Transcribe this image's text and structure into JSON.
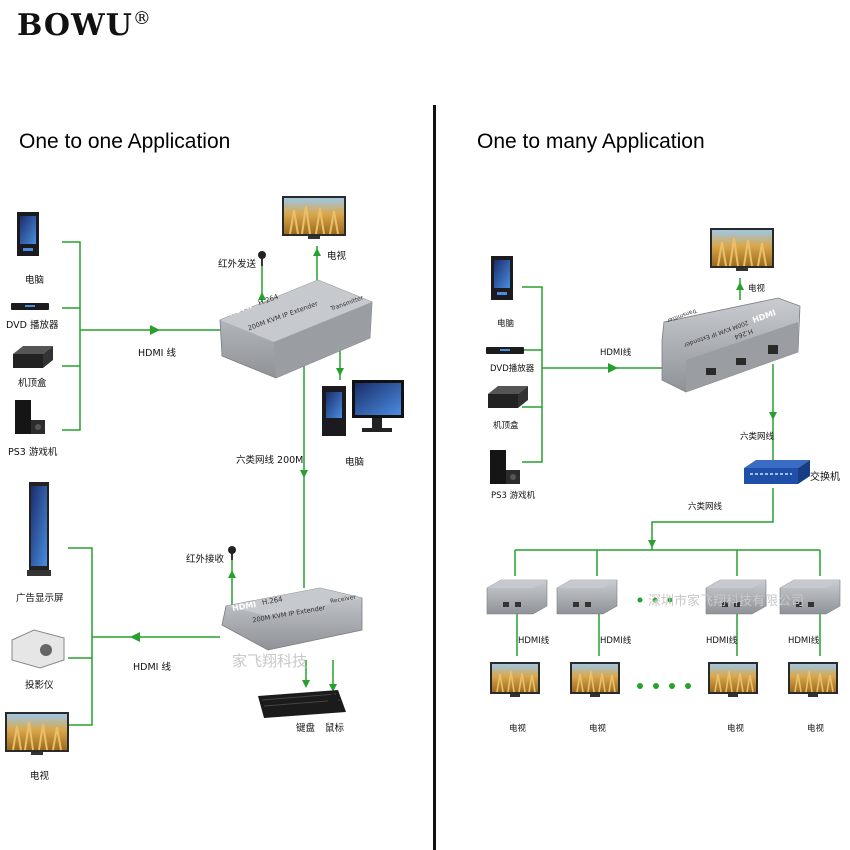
{
  "brand": {
    "name": "BOWU",
    "mark": "®"
  },
  "left": {
    "title": "One to one Application",
    "labels": {
      "pc1": "电脑",
      "dvd": "DVD 播放器",
      "stb": "机顶盒",
      "ps3": "PS3 游戏机",
      "hdmi_in": "HDMI 线",
      "ir_tx": "红外发送",
      "tv": "电视",
      "cat6": "六类网线 200M",
      "pc2": "电脑",
      "ir_rx": "红外接收",
      "ad": "广告显示屏",
      "projector": "投影仪",
      "hdmi_out": "HDMI 线",
      "tv2": "电视",
      "keyboard": "键盘",
      "mouse": "鼠标"
    },
    "tx_device": {
      "brand": "HDMI",
      "model": "H.264",
      "text": "200M KVM IP Extender",
      "role": "Transmitter"
    },
    "rx_device": {
      "brand": "HDMI",
      "model": "H.264",
      "text": "200M KVM IP Extender",
      "role": "Receiver"
    },
    "watermark": "家飞翔科技"
  },
  "right": {
    "title": "One to many Application",
    "labels": {
      "pc": "电脑",
      "dvd": "DVD播放器",
      "stb": "机顶盒",
      "ps3": "PS3 游戏机",
      "hdmi_in": "HDMI线",
      "tv_top": "电视",
      "cat6_a": "六类网线",
      "switch": "交换机",
      "cat6_b": "六类网线",
      "hdmi1": "HDMI线",
      "hdmi2": "HDMI线",
      "hdmi3": "HDMI线",
      "hdmi4": "HDMI线",
      "tv1": "电视",
      "tv2": "电视",
      "tv3": "电视",
      "tv4": "电视"
    },
    "tx_device": {
      "brand": "HDMI",
      "model": "H.264",
      "text": "200M KVM IP Extender",
      "role": "Transmitter"
    },
    "watermark": "深圳市家飞翔科技有限公司"
  },
  "colors": {
    "line": "#27a12e",
    "device": "#a9acb1",
    "wheat": "#c98a2a",
    "sky": "#9ec7e6"
  }
}
